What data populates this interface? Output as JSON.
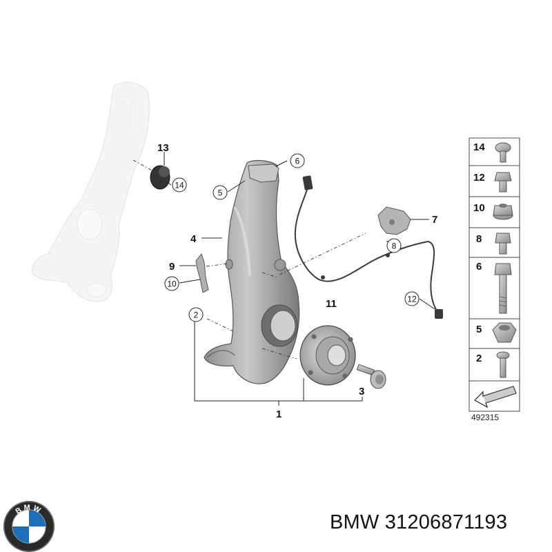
{
  "diagram": {
    "callouts": {
      "c1": "1",
      "c2": "2",
      "c3": "3",
      "c4": "4",
      "c5": "5",
      "c6": "6",
      "c7": "7",
      "c8": "8",
      "c9": "9",
      "c10": "10",
      "c11": "11",
      "c12": "12",
      "c13": "13",
      "c14": "14"
    },
    "legend": {
      "items": [
        "14",
        "12",
        "10",
        "8",
        "6",
        "5",
        "2"
      ]
    },
    "figure_number": "492315"
  },
  "footer": {
    "brand": "BMW",
    "part_number": "BMW 31206871193",
    "logo_letters": "BMW"
  },
  "colors": {
    "part_gray": "#b4b4b4",
    "ghost_gray": "#eeeeee",
    "logo_blue": "#1f6fb8",
    "logo_ring": "#222222"
  }
}
